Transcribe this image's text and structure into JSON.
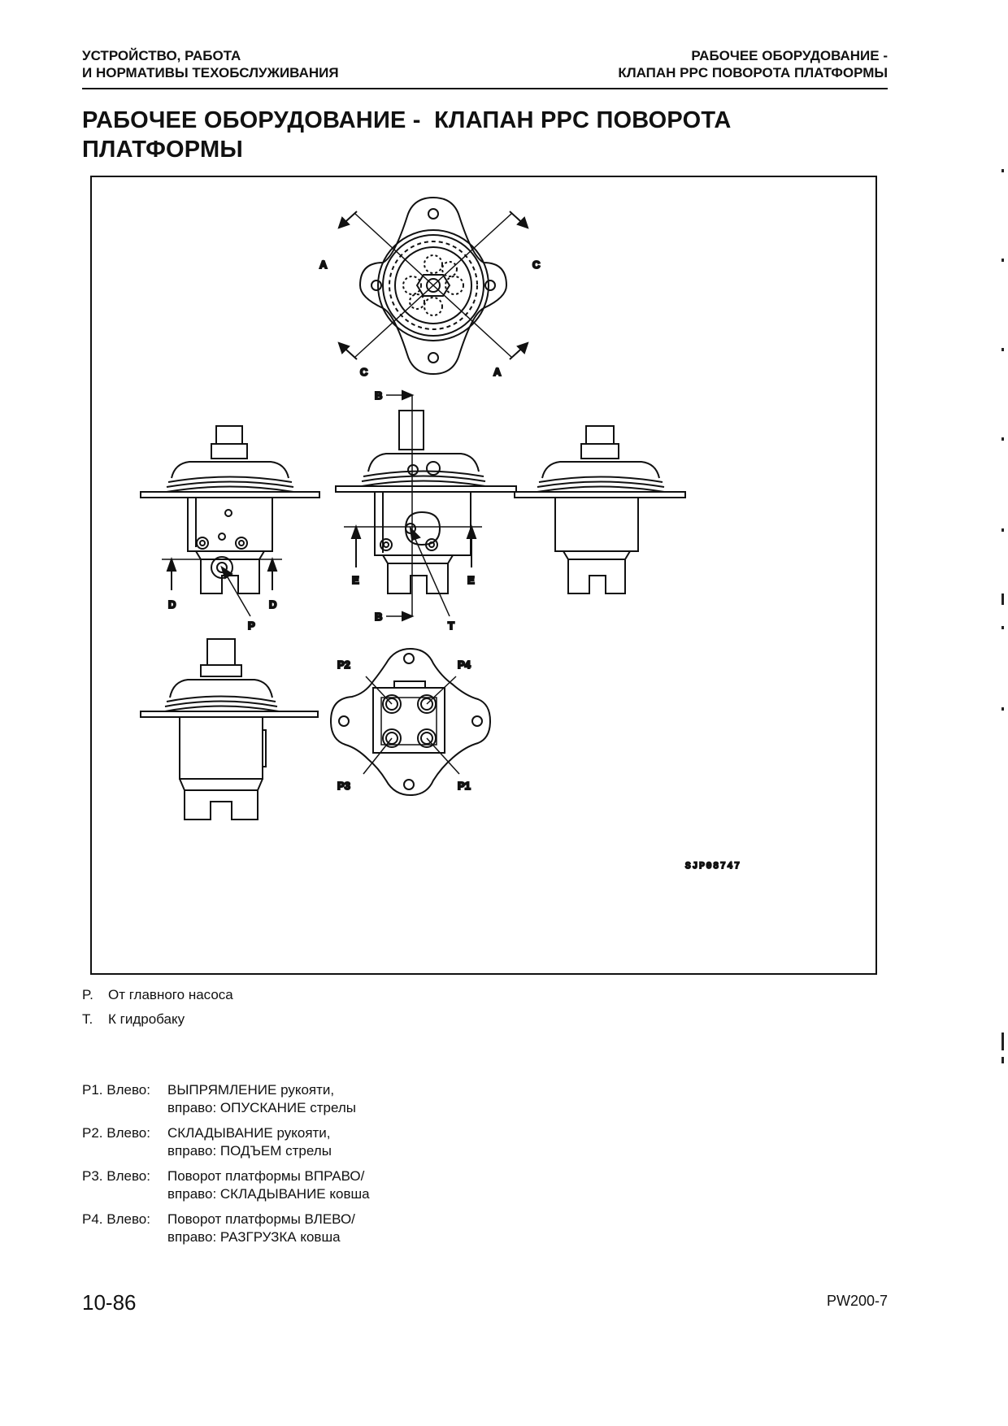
{
  "header": {
    "left_line1": "УСТРОЙСТВО, РАБОТА",
    "left_line2": "И НОРМАТИВЫ ТЕХОБСЛУЖИВАНИЯ",
    "right_line1": "РАБОЧЕЕ ОБОРУДОВАНИЕ -",
    "right_line2": "КЛАПАН PPC ПОВОРОТА ПЛАТФОРМЫ"
  },
  "title": {
    "line1": "РАБОЧЕЕ ОБОРУДОВАНИЕ -  КЛАПАН PPC ПОВОРОТА",
    "line2": "ПЛАТФОРМЫ"
  },
  "figure": {
    "code": "SJP08747",
    "labels": {
      "A": "A",
      "B": "B",
      "C": "C",
      "D": "D",
      "E": "E",
      "P": "P",
      "T": "T",
      "P1": "P1",
      "P2": "P2",
      "P3": "P3",
      "P4": "P4"
    }
  },
  "legend": [
    {
      "key": "P.",
      "text": "От главного насоса"
    },
    {
      "key": "T.",
      "text": "К гидробаку"
    }
  ],
  "ports": [
    {
      "key": "P1. Влево:",
      "line1": "ВЫПРЯМЛЕНИЕ рукояти,",
      "line2": "вправо: ОПУСКАНИЕ стрелы"
    },
    {
      "key": "P2. Влево:",
      "line1": "СКЛАДЫВАНИЕ рукояти,",
      "line2": "вправо: ПОДЪЕМ стрелы"
    },
    {
      "key": "P3. Влево:",
      "line1": "Поворот платформы ВПРАВО/",
      "line2": "вправо: СКЛАДЫВАНИЕ ковша"
    },
    {
      "key": "P4. Влево:",
      "line1": "Поворот платформы ВЛЕВО/",
      "line2": "вправо: РАЗГРУЗКА ковша"
    }
  ],
  "footer": {
    "page_number": "10-86",
    "model": "PW200-7"
  }
}
